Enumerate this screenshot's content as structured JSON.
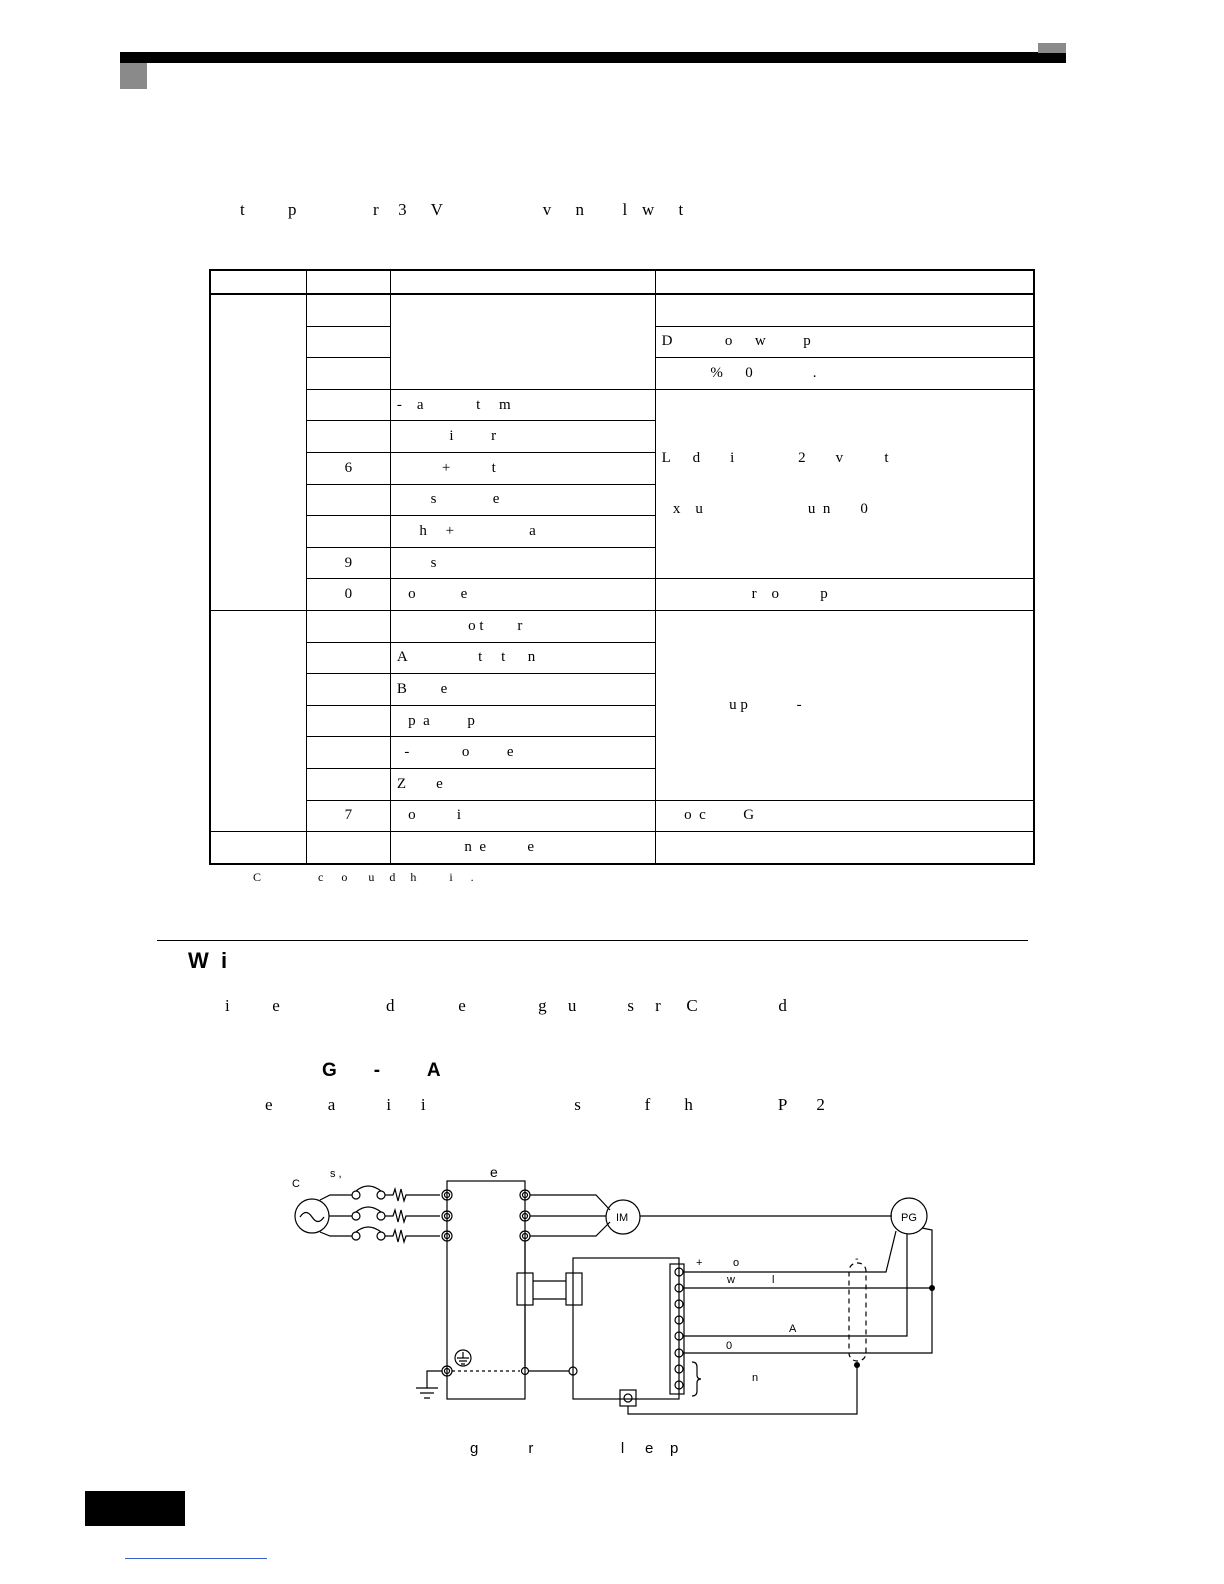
{
  "intro": "t         p                r    3     V                     v     n        l   w     t",
  "table": {
    "header": [
      "",
      "",
      "",
      ""
    ],
    "rows": [
      {
        "pin": "",
        "fn": "",
        "desc": ""
      },
      {
        "pin": "",
        "fn": "",
        "desc": "D              o      w          p"
      },
      {
        "pin": "",
        "fn": "",
        "desc": "             %      0                ."
      },
      {
        "pin": "",
        "fn": "-    a              t     m",
        "desc": ""
      },
      {
        "pin": "",
        "fn": "              i          r",
        "desc": ""
      },
      {
        "pin": "6",
        "fn": "            +           t",
        "desc": "L      d        i                 2        v           t"
      },
      {
        "pin": "",
        "fn": "         s               e",
        "desc": "   x    u                            u  n        0"
      },
      {
        "pin": "",
        "fn": "      h     +                    a",
        "desc": ""
      },
      {
        "pin": "9",
        "fn": "         s",
        "desc": ""
      },
      {
        "pin": "0",
        "fn": "   o            e",
        "desc": "                        r    o           p"
      },
      {
        "pin": "",
        "fn": "                   o t         r",
        "desc": ""
      },
      {
        "pin": "",
        "fn": "A                   t     t      n",
        "desc": ""
      },
      {
        "pin": "",
        "fn": "B         e",
        "desc": "                  u p             -"
      },
      {
        "pin": "",
        "fn": "   p  a          p",
        "desc": ""
      },
      {
        "pin": "",
        "fn": "  -              o          e",
        "desc": ""
      },
      {
        "pin": "",
        "fn": "Z        e",
        "desc": ""
      },
      {
        "pin": "7",
        "fn": "   o           i",
        "desc": "      o  c          G"
      },
      {
        "pin": "",
        "fn": "                  n  e           e",
        "desc": ""
      }
    ]
  },
  "footnote": "C                   c      o       u     d     h           i      .",
  "section": {
    "title": "W  i",
    "body": "i          e                         d               e                 g     u            s     r      C                   d"
  },
  "subsection": {
    "title": "G       -         A",
    "body": "e             a            i       i                                   s               f        h                    P       2"
  },
  "diagram": {
    "labels": {
      "source_c": "C",
      "source_s": "s ,",
      "inverter_e": "e",
      "motor": "IM",
      "encoder": "PG",
      "term_plus": "+",
      "term_o": "o",
      "term_w": "w",
      "term_l": "l",
      "term_a": "A",
      "term_0": "0",
      "term_n": "n",
      "shield_dash": "-"
    }
  },
  "caption": "g            r                     l     e    p"
}
